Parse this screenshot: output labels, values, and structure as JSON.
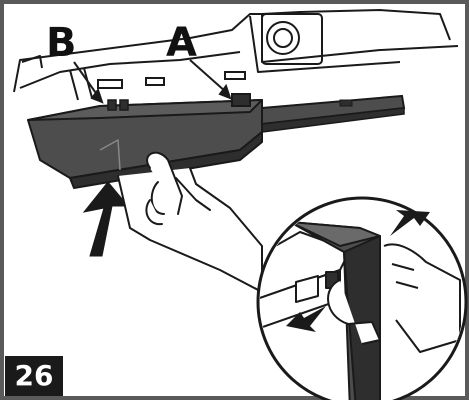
{
  "figure": {
    "step_number": "26",
    "callouts": {
      "a": "A",
      "b": "B"
    },
    "colors": {
      "ink": "#1a1a1a",
      "panel": "#4d4d4d",
      "panel_dark": "#2e2e2e",
      "frame": "#5a5a5a",
      "paper": "#ffffff"
    },
    "icons": [
      "up-arrow-icon",
      "press-arrow-icon",
      "latch-clip-icon",
      "hand-illustration"
    ]
  }
}
